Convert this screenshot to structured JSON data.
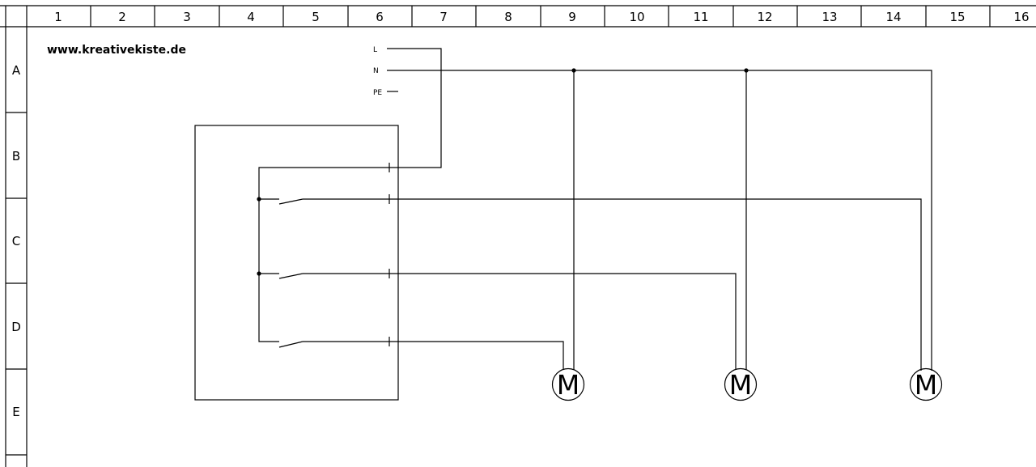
{
  "columns": [
    "1",
    "2",
    "3",
    "4",
    "5",
    "6",
    "7",
    "8",
    "9",
    "10",
    "11",
    "12",
    "13",
    "14",
    "15",
    "16"
  ],
  "rows": [
    "A",
    "B",
    "C",
    "D",
    "E"
  ],
  "watermark": "www.kreativekiste.de",
  "terminals": {
    "l": "L",
    "n": "N",
    "pe": "PE"
  },
  "motors": [
    {
      "symbol": "M"
    },
    {
      "symbol": "M"
    },
    {
      "symbol": "M"
    }
  ]
}
